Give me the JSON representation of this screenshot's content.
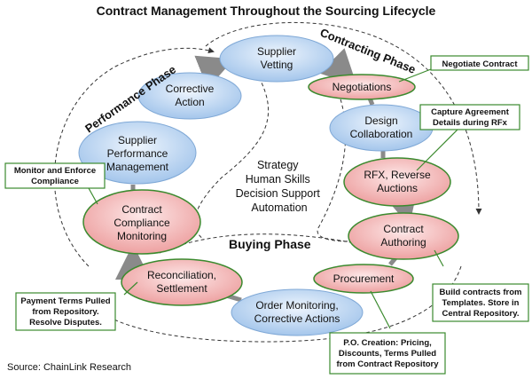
{
  "title": "Contract Management Throughout the Sourcing Lifecycle",
  "source": "Source: ChainLink Research",
  "phases": {
    "performance": "Performance Phase",
    "contracting": "Contracting Phase",
    "buying": "Buying Phase"
  },
  "center_lines": [
    "Strategy",
    "Human Skills",
    "Decision Support",
    "Automation"
  ],
  "nodes": {
    "supplier_vetting": [
      "Supplier",
      "Vetting"
    ],
    "negotiations": [
      "Negotiations"
    ],
    "design_collaboration": [
      "Design",
      "Collaboration"
    ],
    "rfx_auctions": [
      "RFX, Reverse",
      "Auctions"
    ],
    "contract_authoring": [
      "Contract",
      "Authoring"
    ],
    "procurement": [
      "Procurement"
    ],
    "order_monitoring": [
      "Order Monitoring,",
      "Corrective Actions"
    ],
    "reconciliation": [
      "Reconciliation,",
      "Settlement"
    ],
    "contract_compliance": [
      "Contract",
      "Compliance",
      "Monitoring"
    ],
    "supplier_performance": [
      "Supplier",
      "Performance",
      "Management"
    ],
    "corrective_action": [
      "Corrective",
      "Action"
    ]
  },
  "callouts": {
    "negotiate_contract": [
      "Negotiate Contract"
    ],
    "capture_agreement": [
      "Capture Agreement",
      "Details during RFx"
    ],
    "build_contracts": [
      "Build contracts from",
      "Templates.  Store in",
      "Central Repository."
    ],
    "po_creation": [
      "P.O. Creation: Pricing,",
      "Discounts, Terms Pulled",
      "from Contract Repository"
    ],
    "payment_terms": [
      "Payment Terms Pulled",
      "from Repository.",
      "Resolve Disputes."
    ],
    "monitor_enforce": [
      "Monitor and Enforce",
      "Compliance"
    ]
  },
  "colors": {
    "blue_node": "#bcd6f2",
    "red_node": "#f2b6b6",
    "callout_border": "#3b8a2e",
    "arrow": "#8a8a8a"
  }
}
